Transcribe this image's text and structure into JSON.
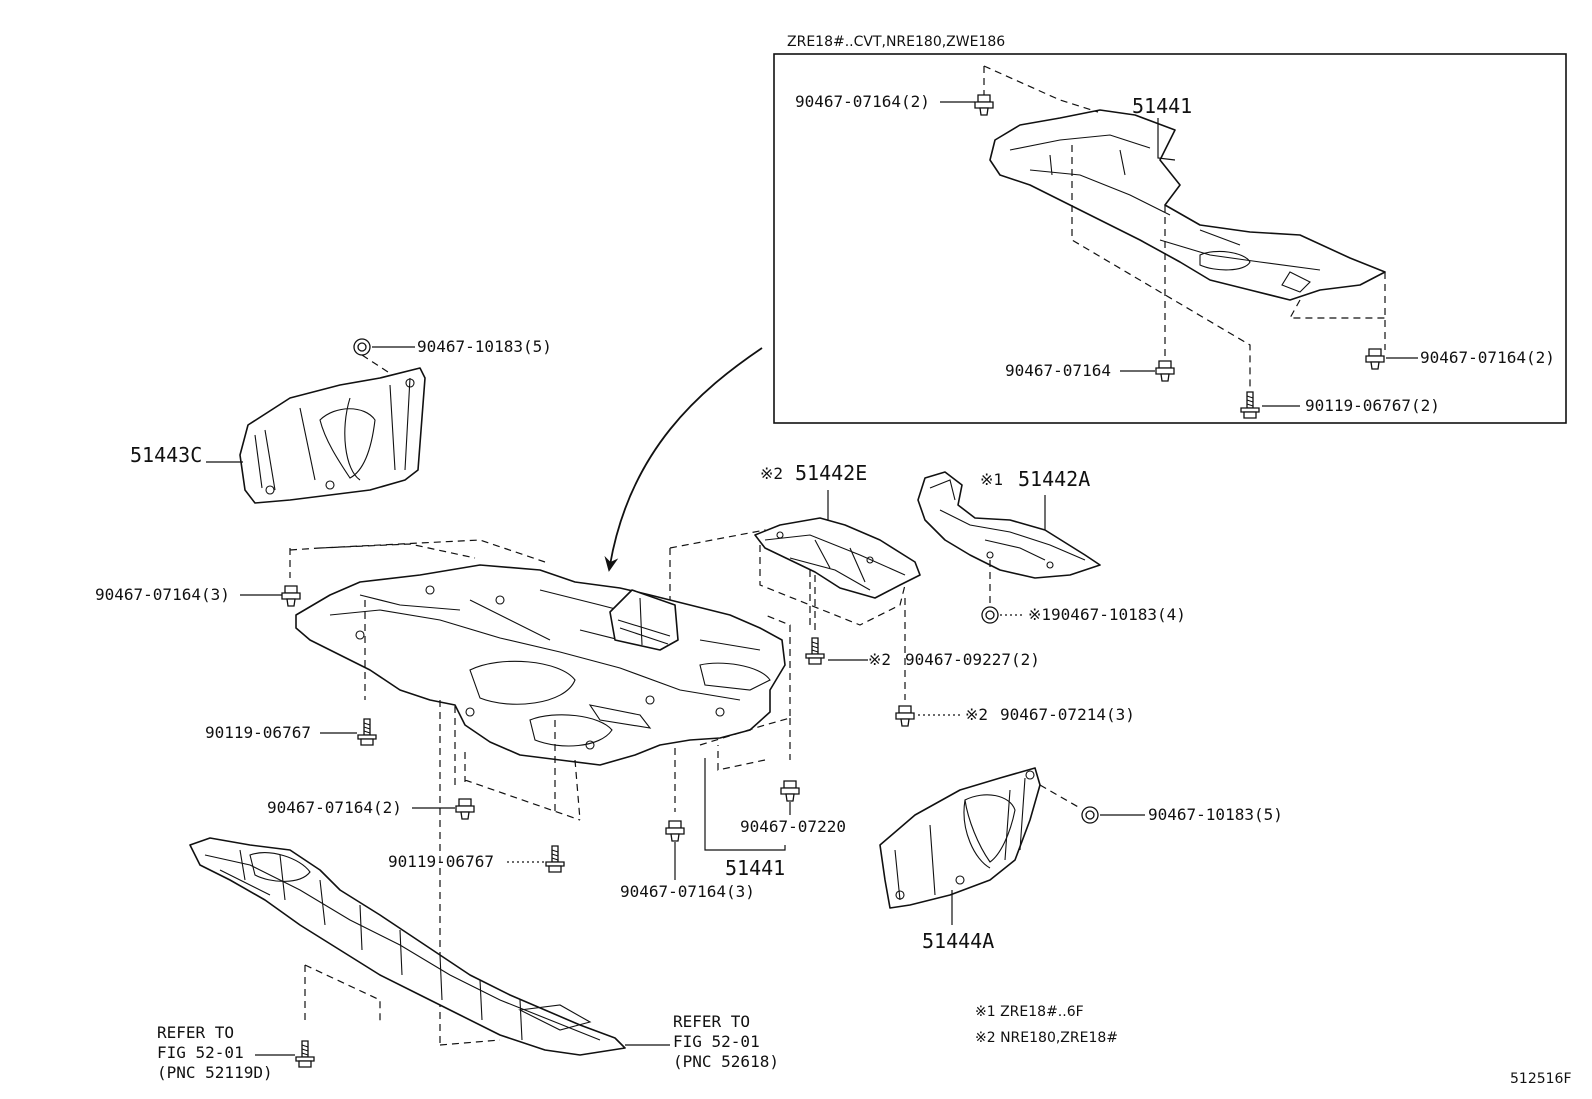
{
  "inset": {
    "title": "ZRE18#..CVT,NRE180,ZWE186",
    "labels": {
      "part": "51441",
      "clip_tl": "90467-07164(2)",
      "clip_bl": "90467-07164",
      "bolt_b": "90119-06767(2)",
      "clip_br": "90467-07164(2)"
    }
  },
  "main": {
    "labels": {
      "p51443c": "51443C",
      "p51443c_clip": "90467-10183(5)",
      "clip_left": "90467-07164(3)",
      "bolt_left": "90119-06767",
      "clip_mid": "90467-07164(2)",
      "bolt_mid": "90119-06767",
      "p51442e": "51442E",
      "p51442e_mark": "※2",
      "p51442a": "51442A",
      "p51442a_mark": "※1",
      "p51442a_clip": "※190467-10183(4)",
      "bolt_09227_mark": "※2",
      "bolt_09227": "90467-09227(2)",
      "clip_07214_mark": "※2",
      "clip_07214": "90467-07214(3)",
      "clip_07220": "90467-07220",
      "p51441": "51441",
      "clip_bottom": "90467-07164(3)",
      "p51444a": "51444A",
      "p51444a_clip": "90467-10183(5)",
      "refer_left": [
        "REFER TO",
        "FIG 52-01",
        "(PNC 52119D)"
      ],
      "refer_right": [
        "REFER TO",
        "FIG 52-01",
        "(PNC 52618)"
      ]
    }
  },
  "notes": [
    "※1 ZRE18#..6F",
    "※2 NRE180,ZRE18#"
  ],
  "figure_id": "512516F"
}
